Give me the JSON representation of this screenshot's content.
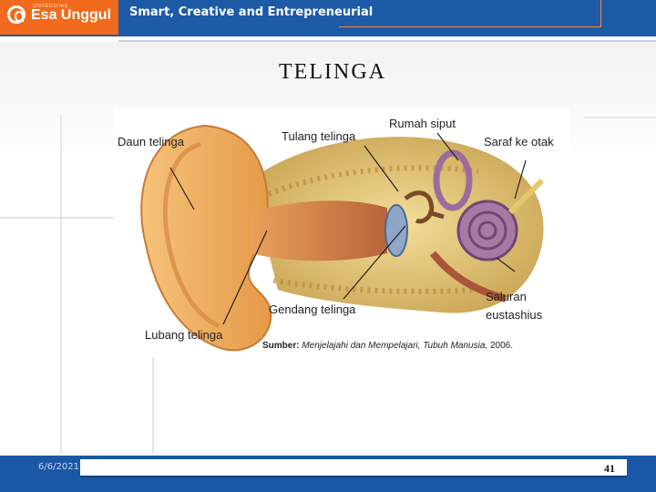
{
  "header": {
    "logo_small": "UNIVERSITAS",
    "logo_name": "Esa Unggul",
    "tagline": "Smart, Creative and Entrepreneurial"
  },
  "slide": {
    "title": "TELINGA",
    "figure_labels": {
      "daun": "Daun telinga",
      "tulang": "Tulang telinga",
      "rumah": "Rumah siput",
      "saraf": "Saraf ke otak",
      "gendang": "Gendang telinga",
      "saluran_1": "Saluran",
      "saluran_2": "eustashius",
      "lubang": "Lubang telinga"
    },
    "source_label": "Sumber:",
    "source_text": "Menjelajahi dan Mempelajari, Tubuh Manusia,",
    "source_year": "2006."
  },
  "footer": {
    "date": "6/6/2021",
    "page": "41"
  },
  "colors": {
    "brand_blue": "#1d5aa6",
    "brand_orange": "#f26a1b"
  }
}
